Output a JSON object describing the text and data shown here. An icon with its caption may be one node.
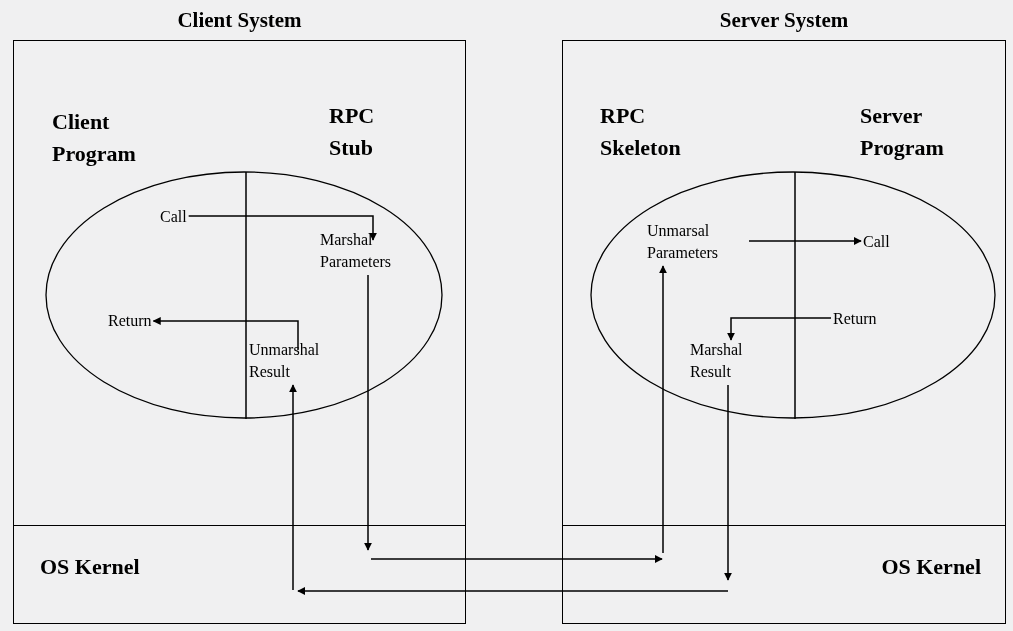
{
  "diagram": {
    "nodes": [
      {
        "text": [
          "Client System"
        ]
      },
      {
        "text": [
          "OS Kernel"
        ],
        "in": 0
      },
      {
        "text": [],
        "shape": "ellipse",
        "in": 0
      },
      {
        "text": [
          "Call"
        ],
        "in": 2
      },
      {
        "text": [
          "Marshal Parameters"
        ],
        "in": 2
      },
      {
        "text": [
          "Return"
        ],
        "in": 2
      },
      {
        "text": [
          "Unmarshal Result"
        ],
        "in": 2
      },
      {
        "text": [
          "Server System"
        ]
      },
      {
        "text": [
          "OS Kernel"
        ],
        "in": 7
      },
      {
        "text": [],
        "shape": "ellipse",
        "in": 7
      },
      {
        "text": [
          "Unmarsal Parameters"
        ],
        "in": 9
      },
      {
        "text": [
          "Call"
        ],
        "in": 9
      },
      {
        "text": [
          "Return"
        ],
        "in": 9
      },
      {
        "text": [
          "Marshal Result"
        ],
        "in": 9
      }
    ],
    "edges": [
      {
        "from": 3,
        "to": 4,
        "arrow": "to"
      },
      {
        "from": 6,
        "to": 5,
        "arrow": "to"
      },
      {
        "from": 4,
        "to": 1,
        "arrow": "to"
      },
      {
        "from": 1,
        "to": 8,
        "arrow": "to"
      },
      {
        "from": 8,
        "to": 10,
        "arrow": "to"
      },
      {
        "from": 13,
        "to": 8,
        "arrow": "to"
      },
      {
        "from": 8,
        "to": 1,
        "arrow": "to"
      },
      {
        "from": 1,
        "to": 6,
        "arrow": "to"
      },
      {
        "from": 10,
        "to": 11,
        "arrow": "to"
      },
      {
        "from": 12,
        "to": 13,
        "arrow": "to"
      }
    ],
    "labels": [
      "Client Program",
      "RPC Stub",
      "RPC Skeleton",
      "Server Program"
    ]
  }
}
